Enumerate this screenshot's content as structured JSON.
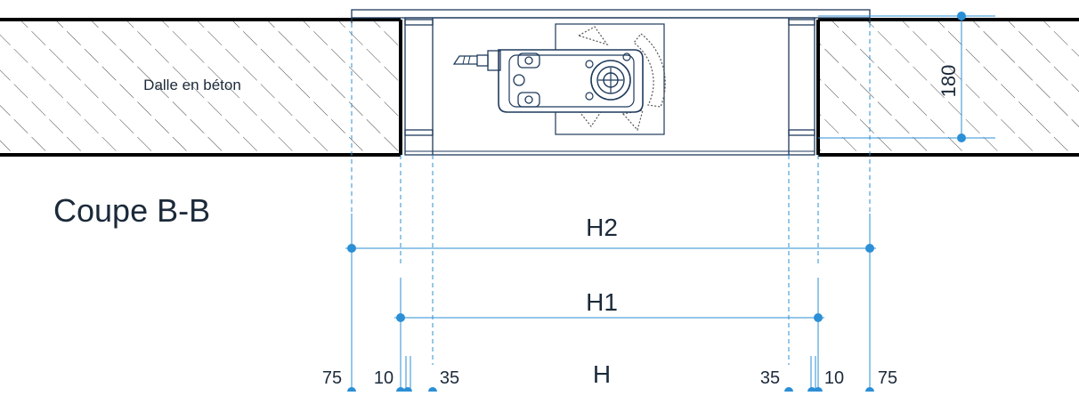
{
  "section_title": "Coupe B-B",
  "slab_label": "Dalle en béton",
  "slab_thickness": "180",
  "dimensions": {
    "h2": "H2",
    "h1": "H1",
    "h": "H",
    "left_75": "75",
    "left_10": "10",
    "left_35": "35",
    "right_35": "35",
    "right_10": "10",
    "right_75": "75"
  },
  "colors": {
    "outline": "#1f3a5c",
    "dimension": "#2b8fd6",
    "slab_edge": "#000000",
    "hatch": "#333333",
    "gear": "#555555"
  }
}
